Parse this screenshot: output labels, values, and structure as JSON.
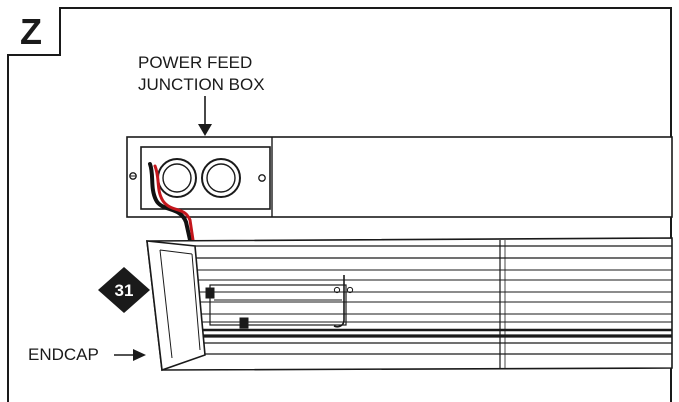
{
  "panel": {
    "letter": "Z"
  },
  "callouts": {
    "junction_box_line1": "POWER FEED",
    "junction_box_line2": "JUNCTION BOX",
    "endcap": "ENDCAP"
  },
  "step_badge": {
    "number": "31"
  },
  "colors": {
    "ink": "#1a1a1a",
    "wire_red": "#c4161c",
    "wire_black": "#111111",
    "panel_fill": "#ffffff"
  }
}
